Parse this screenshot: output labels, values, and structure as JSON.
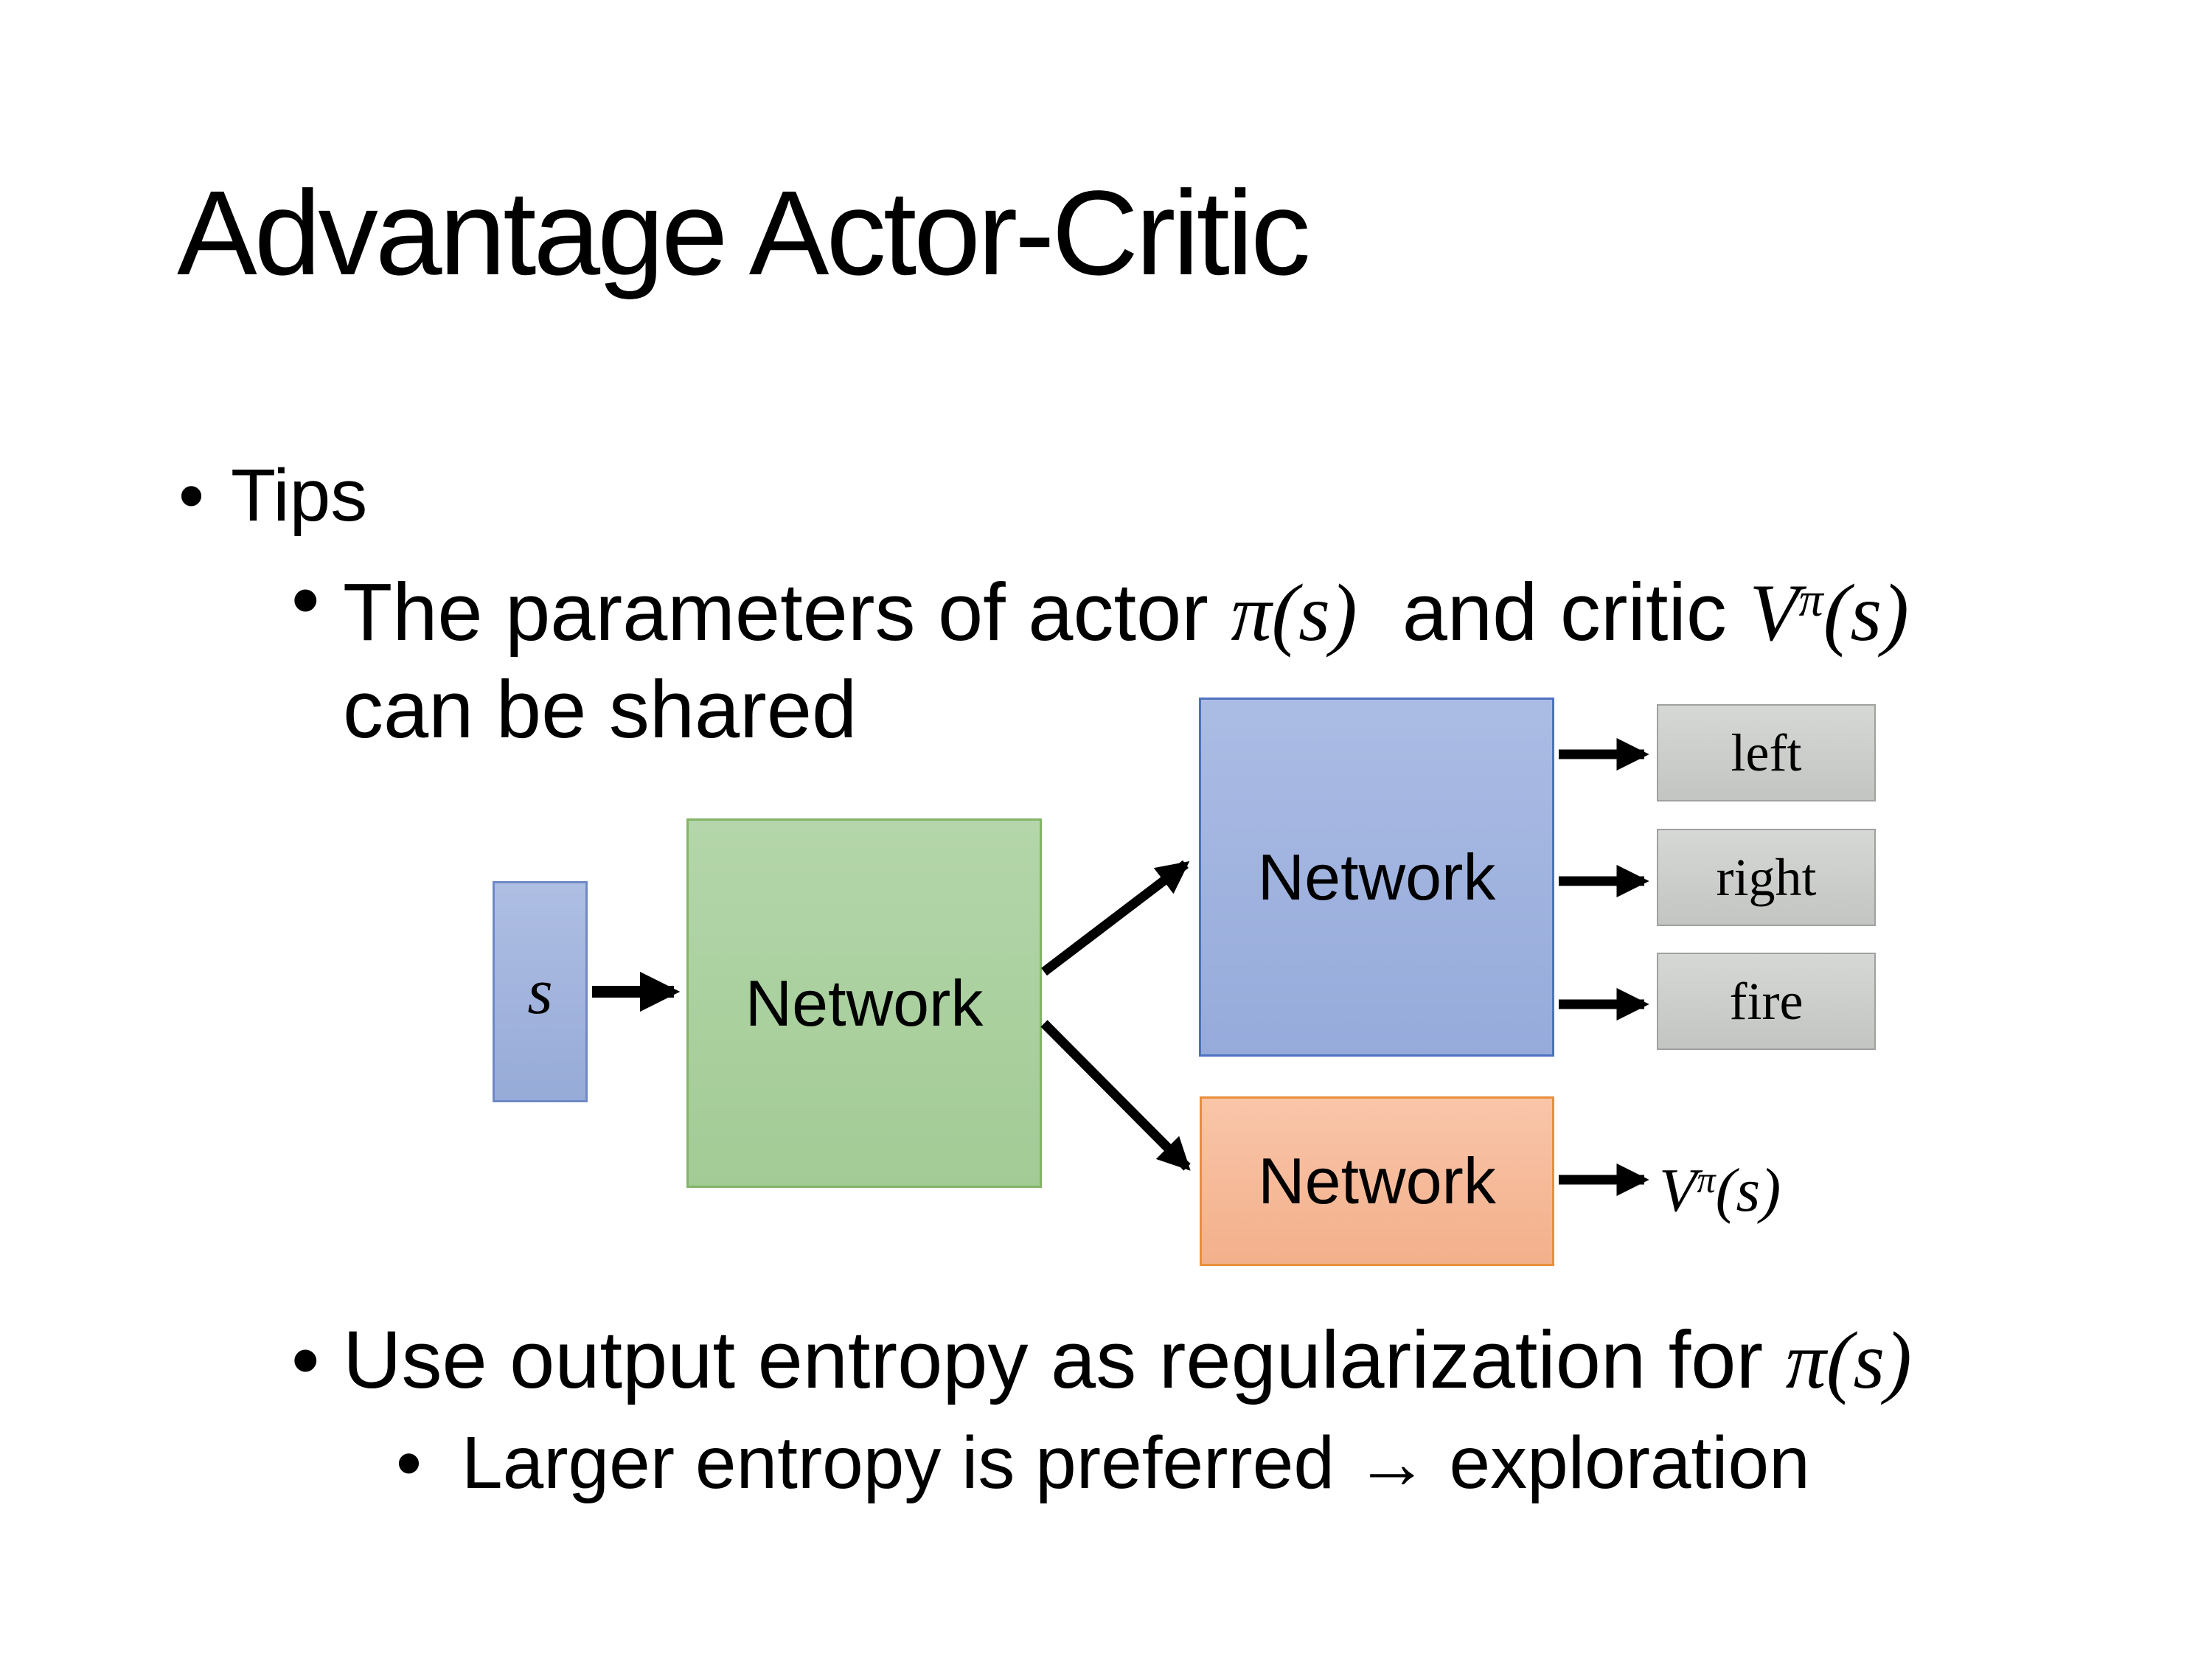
{
  "title": "Advantage Actor-Critic",
  "bullets": {
    "bullet_char": "•",
    "tips": "Tips",
    "item1": {
      "pre": "The parameters of actor ",
      "pi_s": "π(s)",
      "mid": "  and critic ",
      "v_base": "V",
      "v_sup": "π",
      "v_args": "(s)",
      "line2": "can be shared"
    },
    "item2": {
      "pre": "Use output entropy as regularization for ",
      "pi_s": "π(s)"
    },
    "item3": "Larger entropy is preferred → exploration"
  },
  "diagram": {
    "input_label": "s",
    "shared_network": "Network",
    "actor_network": "Network",
    "critic_network": "Network",
    "outputs": [
      "left",
      "right",
      "fire"
    ],
    "value_base": "V",
    "value_sup": "π",
    "value_args": "(s)"
  },
  "colors": {
    "input_box_fill": "#A2B4DC",
    "input_box_border": "#6F89C5",
    "shared_box_fill": "#ABD0A0",
    "shared_box_border": "#83B467",
    "actor_box_fill": "#A0B4E0",
    "actor_box_border": "#4E72BF",
    "critic_box_fill": "#F6BB9A",
    "critic_box_border": "#E88E3C",
    "output_box_fill": "#CDCFCC",
    "output_box_border": "#9FA19E",
    "arrow_color": "#000000",
    "text_color": "#000000",
    "background": "#FFFFFF"
  }
}
